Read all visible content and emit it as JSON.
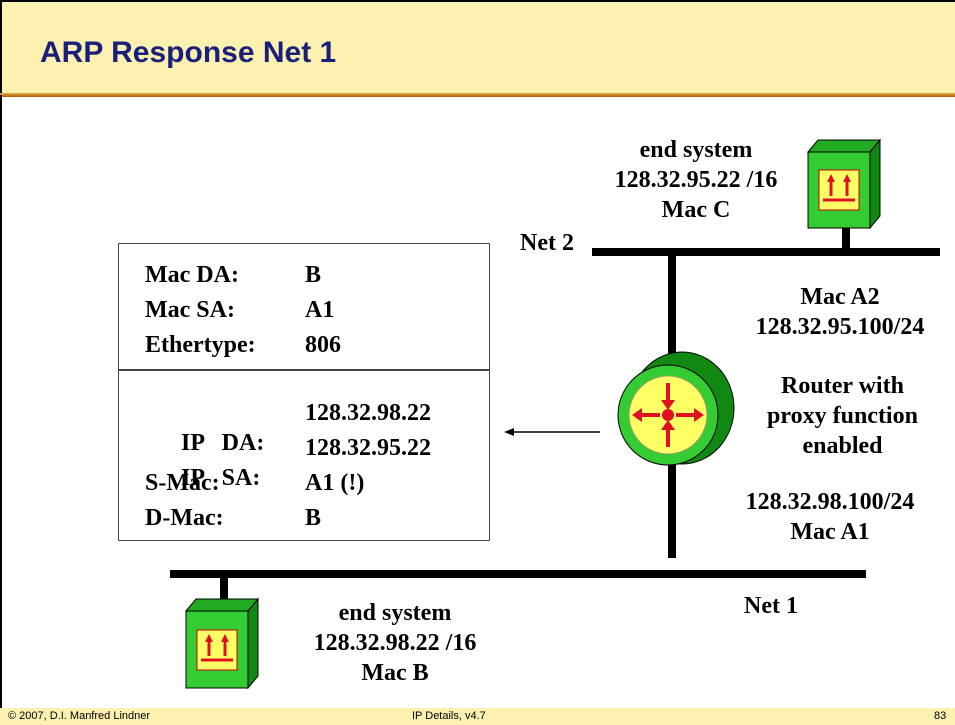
{
  "slide": {
    "title": "ARP Response Net 1"
  },
  "nodes": {
    "end_system_c": {
      "line1": "end system",
      "line2": "128.32.95.22 /16",
      "line3": "Mac C"
    },
    "end_system_b": {
      "line1": "end system",
      "line2": "128.32.98.22 /16",
      "line3": "Mac B"
    },
    "router": {
      "line1": "Router with",
      "line2": "proxy function",
      "line3": "enabled"
    },
    "router_net2_if": {
      "line1": "Mac A2",
      "line2": "128.32.95.100/24"
    },
    "router_net1_if": {
      "line1": "128.32.98.100/24",
      "line2": "Mac A1"
    }
  },
  "networks": {
    "net1": "Net 1",
    "net2": "Net 2"
  },
  "frame": {
    "header": [
      {
        "field": "Mac DA:",
        "value": "B"
      },
      {
        "field": "Mac SA:",
        "value": "A1"
      },
      {
        "field": "Ethertype:",
        "value": "806"
      }
    ],
    "body": [
      {
        "field": "IP   DA:",
        "value": "128.32.98.22"
      },
      {
        "field": "IP   SA:",
        "value": "128.32.95.22"
      },
      {
        "field": "S-Mac:",
        "value": "A1 (!)"
      },
      {
        "field": "D-Mac:",
        "value": "B"
      }
    ]
  },
  "footer": {
    "copyright": "© 2007, D.I. Manfred Lindner",
    "course": "IP Details, v4.7",
    "page": "83"
  },
  "colors": {
    "header_bg": "#fcf1b1",
    "title": "#1a1f7a",
    "device_green": "#33cc33",
    "device_yellow": "#ffff66",
    "arrow_red": "#e01020"
  }
}
